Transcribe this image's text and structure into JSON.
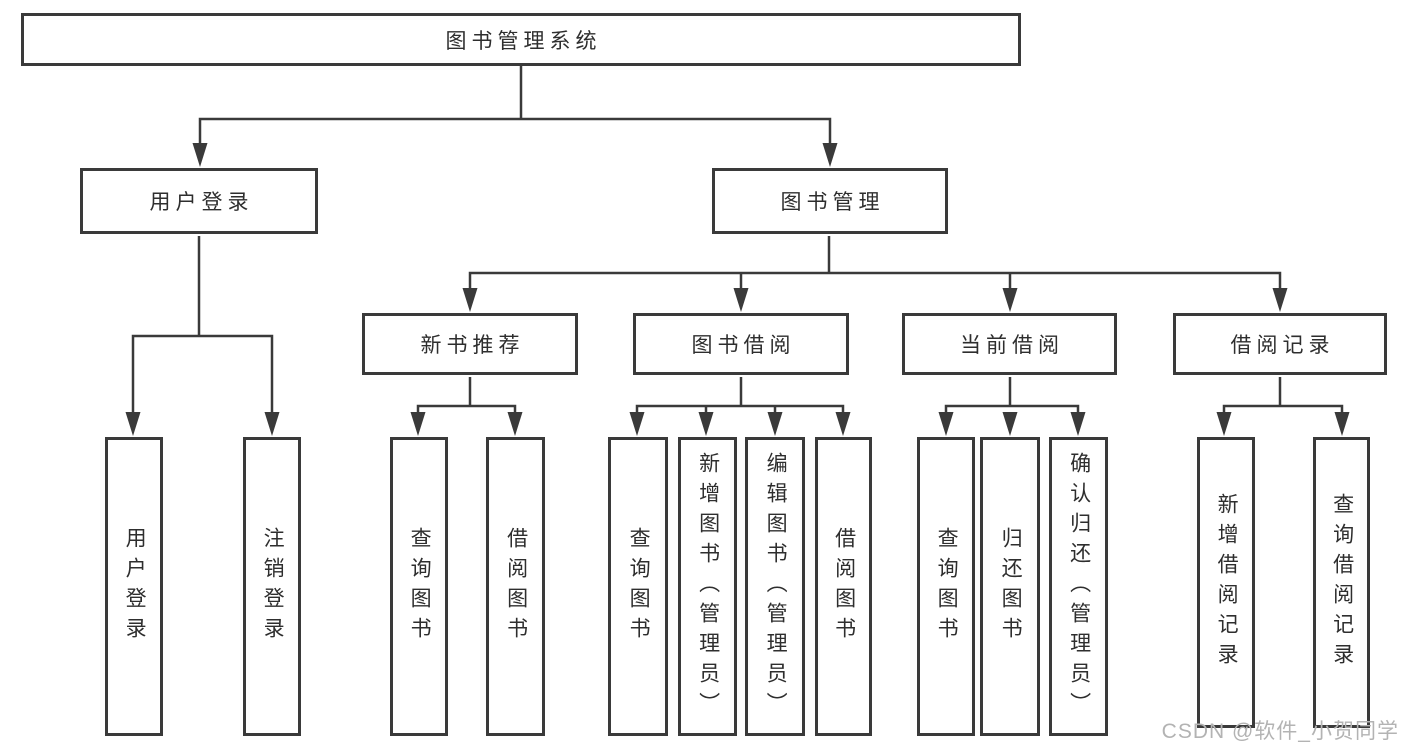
{
  "nodes": {
    "root": "图书管理系统",
    "level2": [
      "用户登录",
      "图书管理"
    ],
    "level3": [
      "新书推荐",
      "图书借阅",
      "当前借阅",
      "借阅记录"
    ],
    "leaves": [
      "用户登录",
      "注销登录",
      "查询图书",
      "借阅图书",
      "查询图书",
      "新增图书（管理员）",
      "编辑图书（管理员）",
      "借阅图书",
      "查询图书",
      "归还图书",
      "确认归还（管理员）",
      "新增借阅记录",
      "查询借阅记录"
    ]
  },
  "watermark": "CSDN @软件_小贺同学",
  "colors": {
    "line": "#3a3a3a",
    "box_border": "#3a3a3a",
    "text": "#2e2e2e",
    "watermark": "#b3b3b3",
    "background": "#ffffff"
  }
}
